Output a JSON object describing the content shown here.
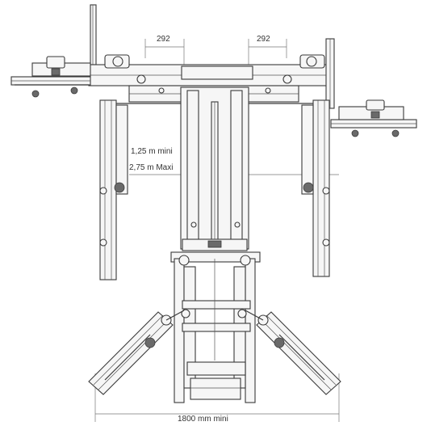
{
  "dimensions": {
    "top_left": "292",
    "top_right": "292",
    "height_min": "1,25 m  mini",
    "height_max": "2,75 m Maxi",
    "bottom_width": "1800   mm   mini"
  },
  "colors": {
    "line": "#3a3a3a",
    "background": "#ffffff"
  }
}
